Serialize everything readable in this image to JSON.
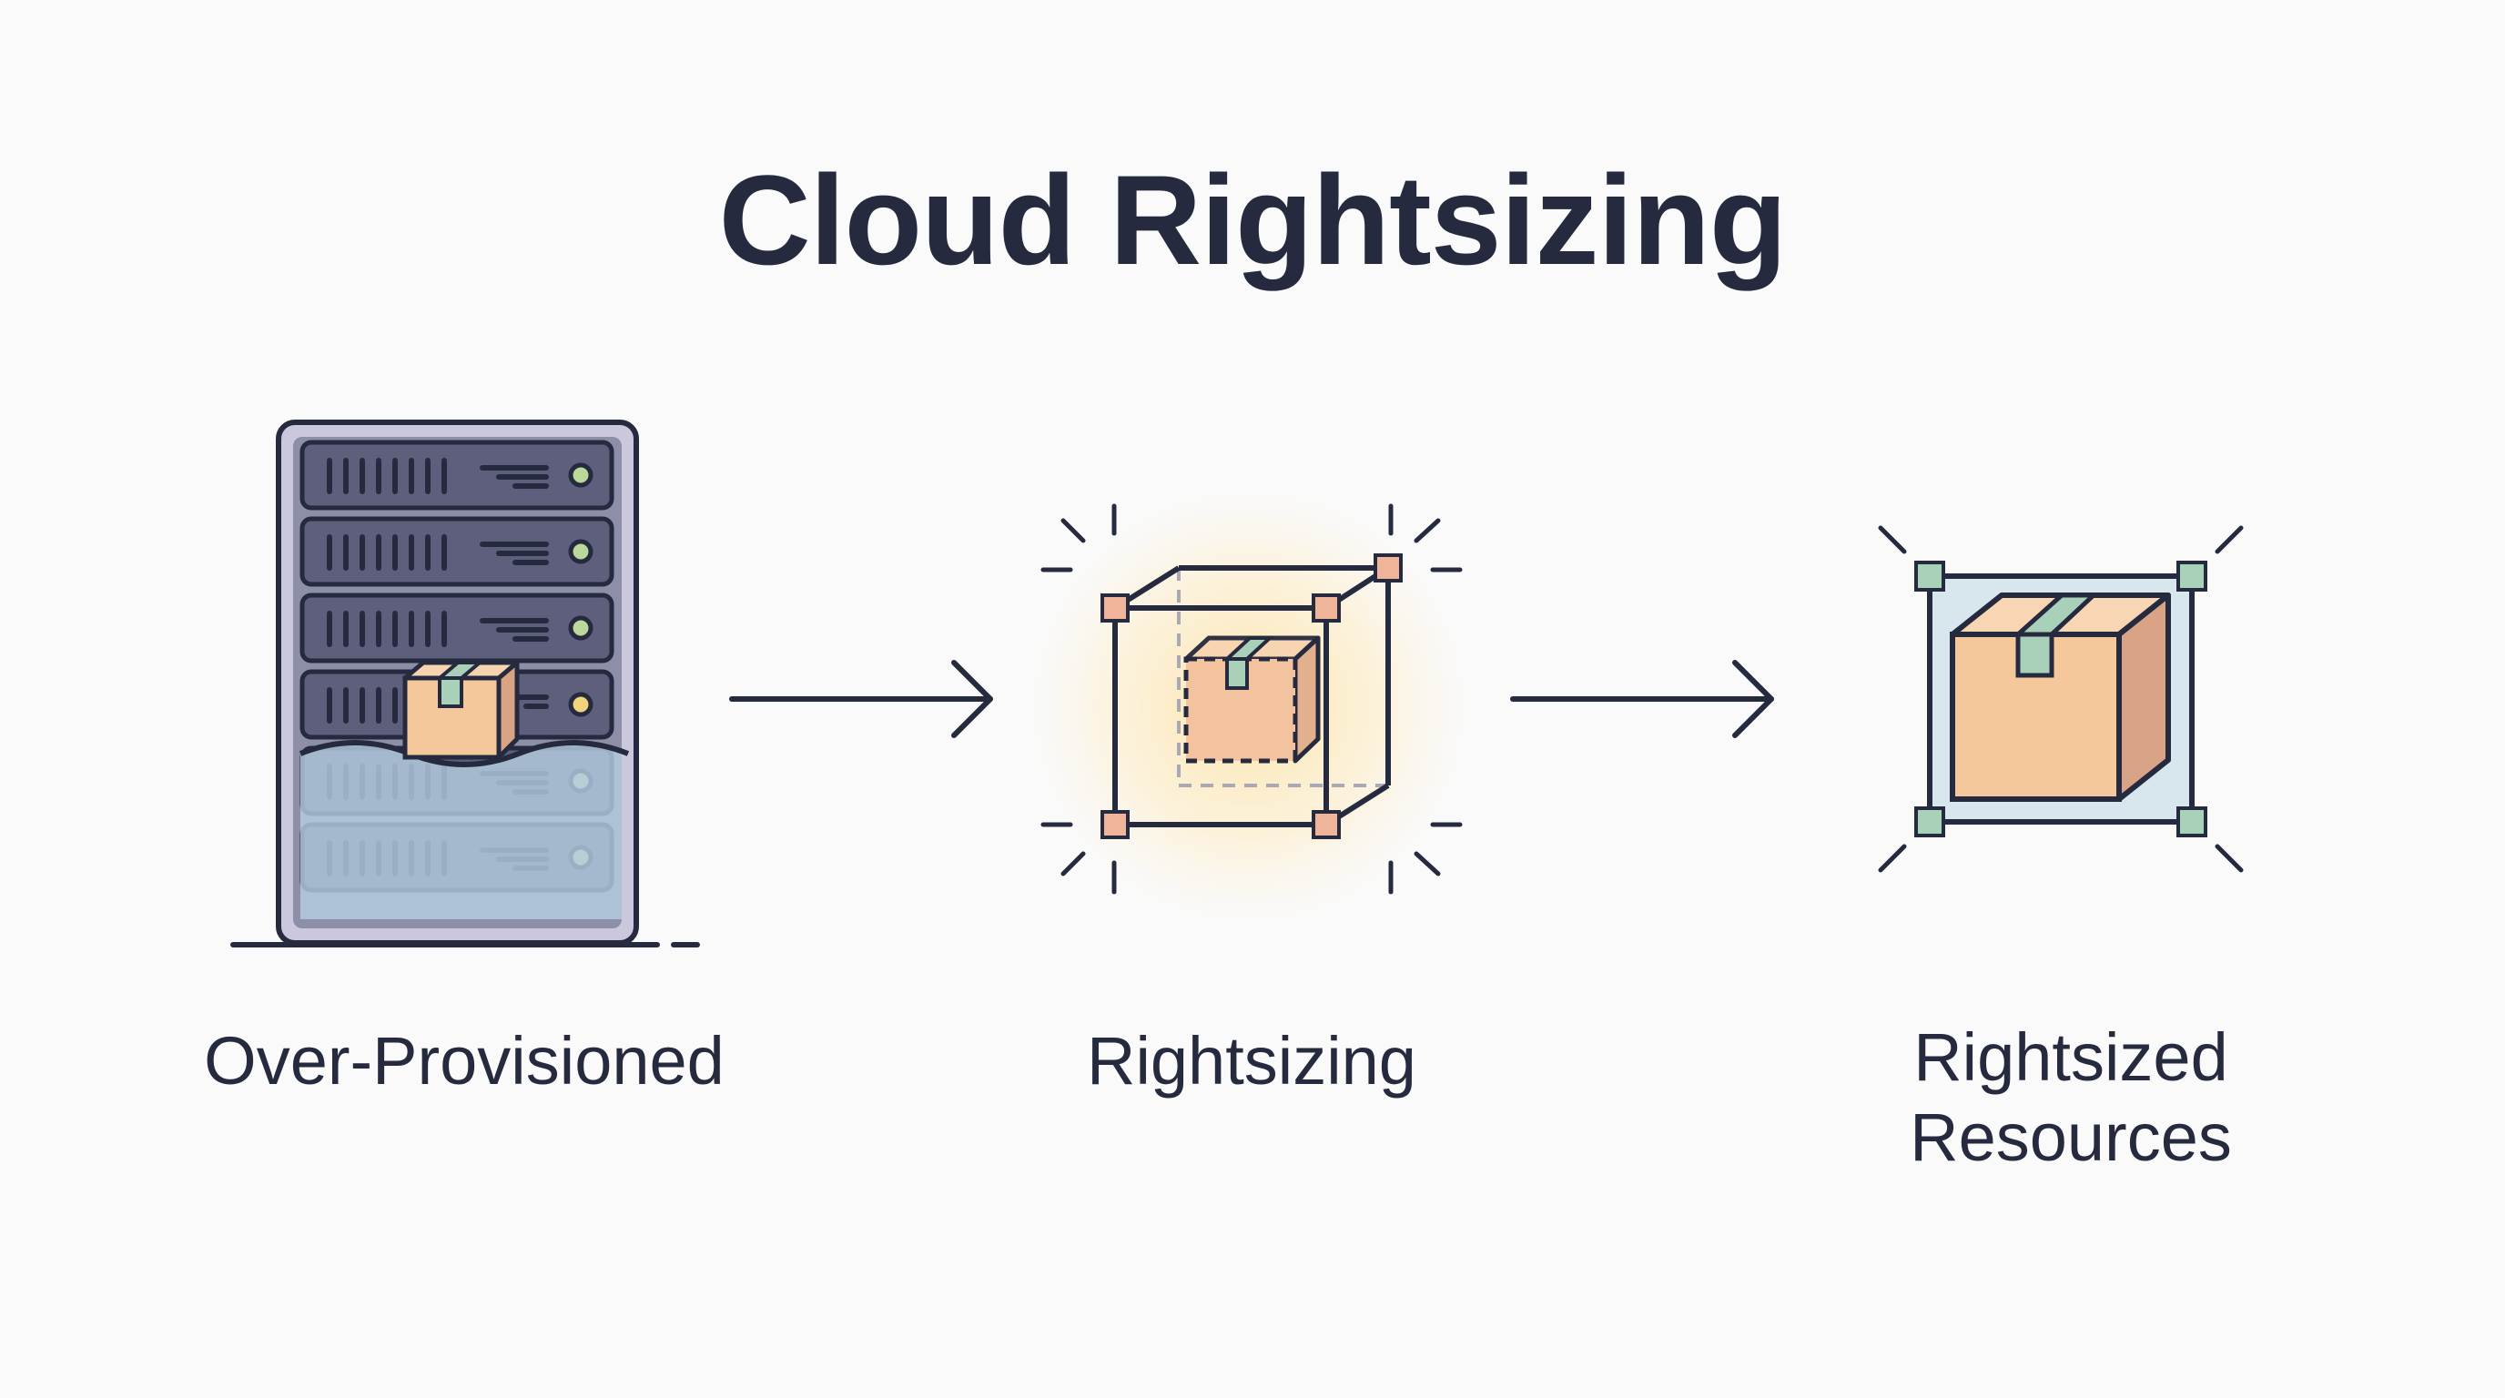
{
  "title": "Cloud Rightsizing",
  "stages": [
    {
      "label": "Over-Provisioned",
      "icon": "server-rack-icon"
    },
    {
      "label": "Rightsizing",
      "icon": "resize-box-icon"
    },
    {
      "label_line1": "Rightsized",
      "label_line2": "Resources",
      "icon": "fitted-box-icon"
    }
  ],
  "colors": {
    "ink": "#262a3e",
    "server": "#5d5f7d",
    "server_frame": "#c9c6dc",
    "water": "#a9c2d8",
    "box": "#f5c89c",
    "box_side": "#d9a486",
    "tape": "#a9d1b9",
    "handle_orange": "#f0b49a",
    "handle_green": "#a9d1b9",
    "glow": "#fde9b8",
    "fitted_frame": "#d8e7ee"
  }
}
